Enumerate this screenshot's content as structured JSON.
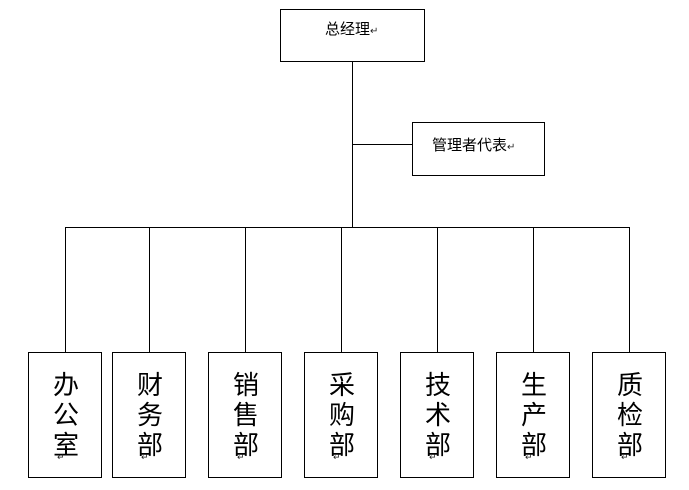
{
  "root": {
    "label": "总经理",
    "mark": "↵"
  },
  "rep": {
    "label": "管理者代表",
    "mark": "↵"
  },
  "departments": [
    {
      "label": "办公室",
      "mark": "↵"
    },
    {
      "label": "财务部",
      "mark": "↵"
    },
    {
      "label": "销售部",
      "mark": "↵"
    },
    {
      "label": "采购部",
      "mark": "↵"
    },
    {
      "label": "技术部",
      "mark": "↵"
    },
    {
      "label": "生产部",
      "mark": "↵"
    },
    {
      "label": "质检部",
      "mark": "↵"
    }
  ]
}
